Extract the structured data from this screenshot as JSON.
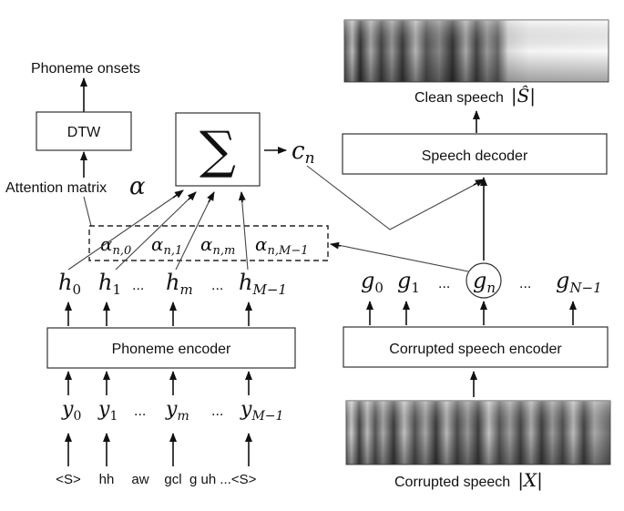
{
  "labels": {
    "phoneme_onsets": "Phoneme onsets",
    "dtw": "DTW",
    "attention_matrix": "Attention matrix",
    "attention_symbol": "α",
    "sum_symbol": "∑",
    "context_vector": "c",
    "context_sub": "n",
    "clean_speech": "Clean speech",
    "clean_speech_math": "|Ŝ|",
    "speech_decoder": "Speech decoder",
    "phoneme_encoder": "Phoneme encoder",
    "corrupted_speech_encoder": "Corrupted speech encoder",
    "corrupted_speech": "Corrupted speech",
    "corrupted_speech_math": "|X|",
    "ellipsis": "..."
  },
  "attention_weights": [
    {
      "base": "α",
      "sub": "n,0"
    },
    {
      "base": "α",
      "sub": "n,1"
    },
    {
      "base": "α",
      "sub": "n,m"
    },
    {
      "base": "α",
      "sub": "n,M−1"
    }
  ],
  "encoder_states": [
    {
      "base": "h",
      "sub": "0"
    },
    {
      "base": "h",
      "sub": "1"
    },
    {
      "base": "h",
      "sub": "m"
    },
    {
      "base": "h",
      "sub": "M−1"
    }
  ],
  "decoder_states": [
    {
      "base": "g",
      "sub": "0"
    },
    {
      "base": "g",
      "sub": "1"
    },
    {
      "base": "g",
      "sub": "n"
    },
    {
      "base": "g",
      "sub": "N−1"
    }
  ],
  "phoneme_inputs": [
    {
      "base": "y",
      "sub": "0"
    },
    {
      "base": "y",
      "sub": "1"
    },
    {
      "base": "y",
      "sub": "m"
    },
    {
      "base": "y",
      "sub": "M−1"
    }
  ],
  "phoneme_tokens": [
    "<S>",
    "hh",
    "aw",
    "gcl",
    "g uh ...<S>"
  ]
}
